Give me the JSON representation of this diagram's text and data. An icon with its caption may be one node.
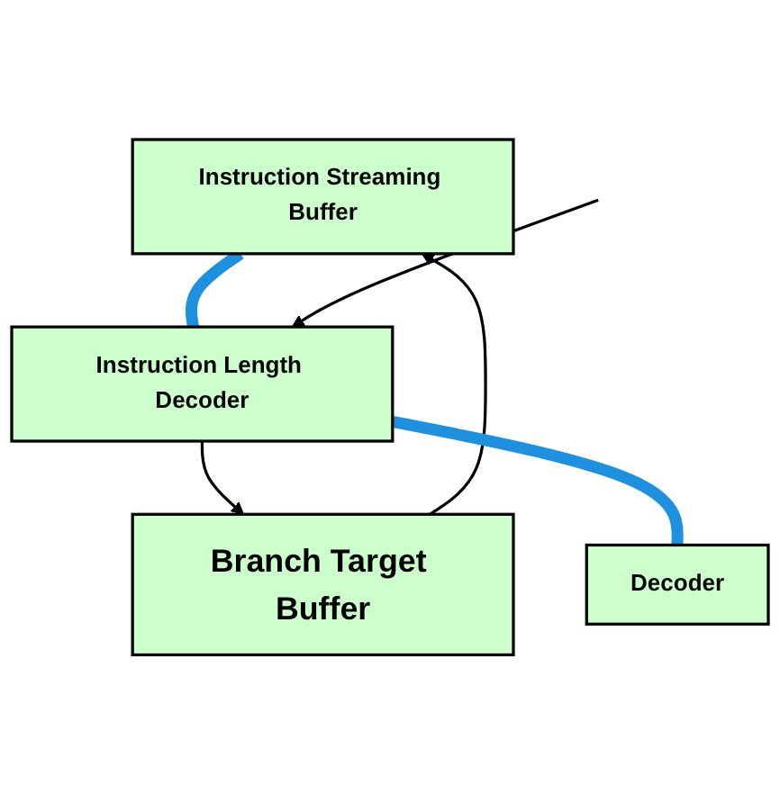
{
  "diagram": {
    "nodes": [
      {
        "text": [
          "Instruction Streaming Buffer"
        ]
      },
      {
        "text": [
          "Instruction Length Decoder"
        ]
      },
      {
        "text": [
          "Decoder"
        ]
      },
      {
        "text": [
          "Branch Target Buffer"
        ]
      }
    ],
    "edges": [
      {
        "from": 3,
        "to": 0,
        "arrow": "to"
      },
      {
        "from": 1,
        "to": 3,
        "arrow": "to"
      },
      {
        "from": 0,
        "to": 1,
        "arrow": "none",
        "style": "thick",
        "color": "#1e90e0"
      },
      {
        "from": 1,
        "to": 2,
        "arrow": "none",
        "style": "thick",
        "color": "#1e90e0"
      },
      {
        "from": null,
        "to": 1,
        "arrow": "to"
      }
    ]
  }
}
